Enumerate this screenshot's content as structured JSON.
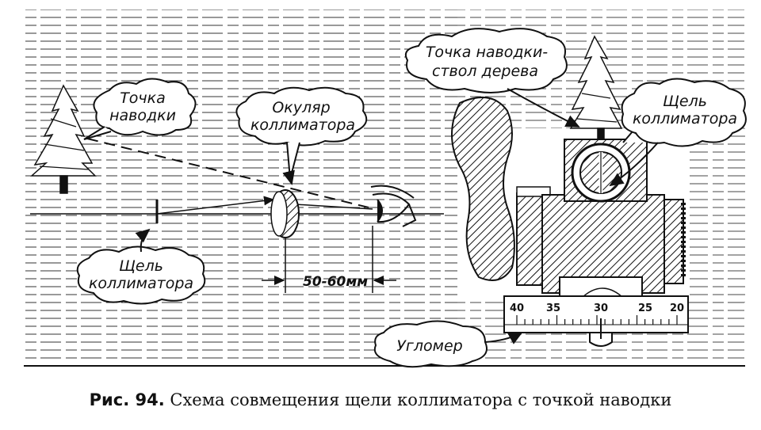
{
  "labels": {
    "aim_point_left": [
      "Точка",
      "наводки"
    ],
    "collimator_eyepiece": [
      "Окуляр",
      "коллиматора"
    ],
    "slit_left": [
      "Щель",
      "коллиматора"
    ],
    "distance": "50-60мм",
    "aim_point_right": [
      "Точка наводки-",
      "ствол дерева"
    ],
    "slit_right": [
      "Щель",
      "коллиматора"
    ],
    "goniometer": "Угломер"
  },
  "scale": {
    "ticks": [
      "40",
      "35",
      "30",
      "25",
      "20"
    ]
  },
  "caption": {
    "number": "Рис. 94.",
    "text": " Схема совмещения щели коллиматора с точкой наводки"
  }
}
